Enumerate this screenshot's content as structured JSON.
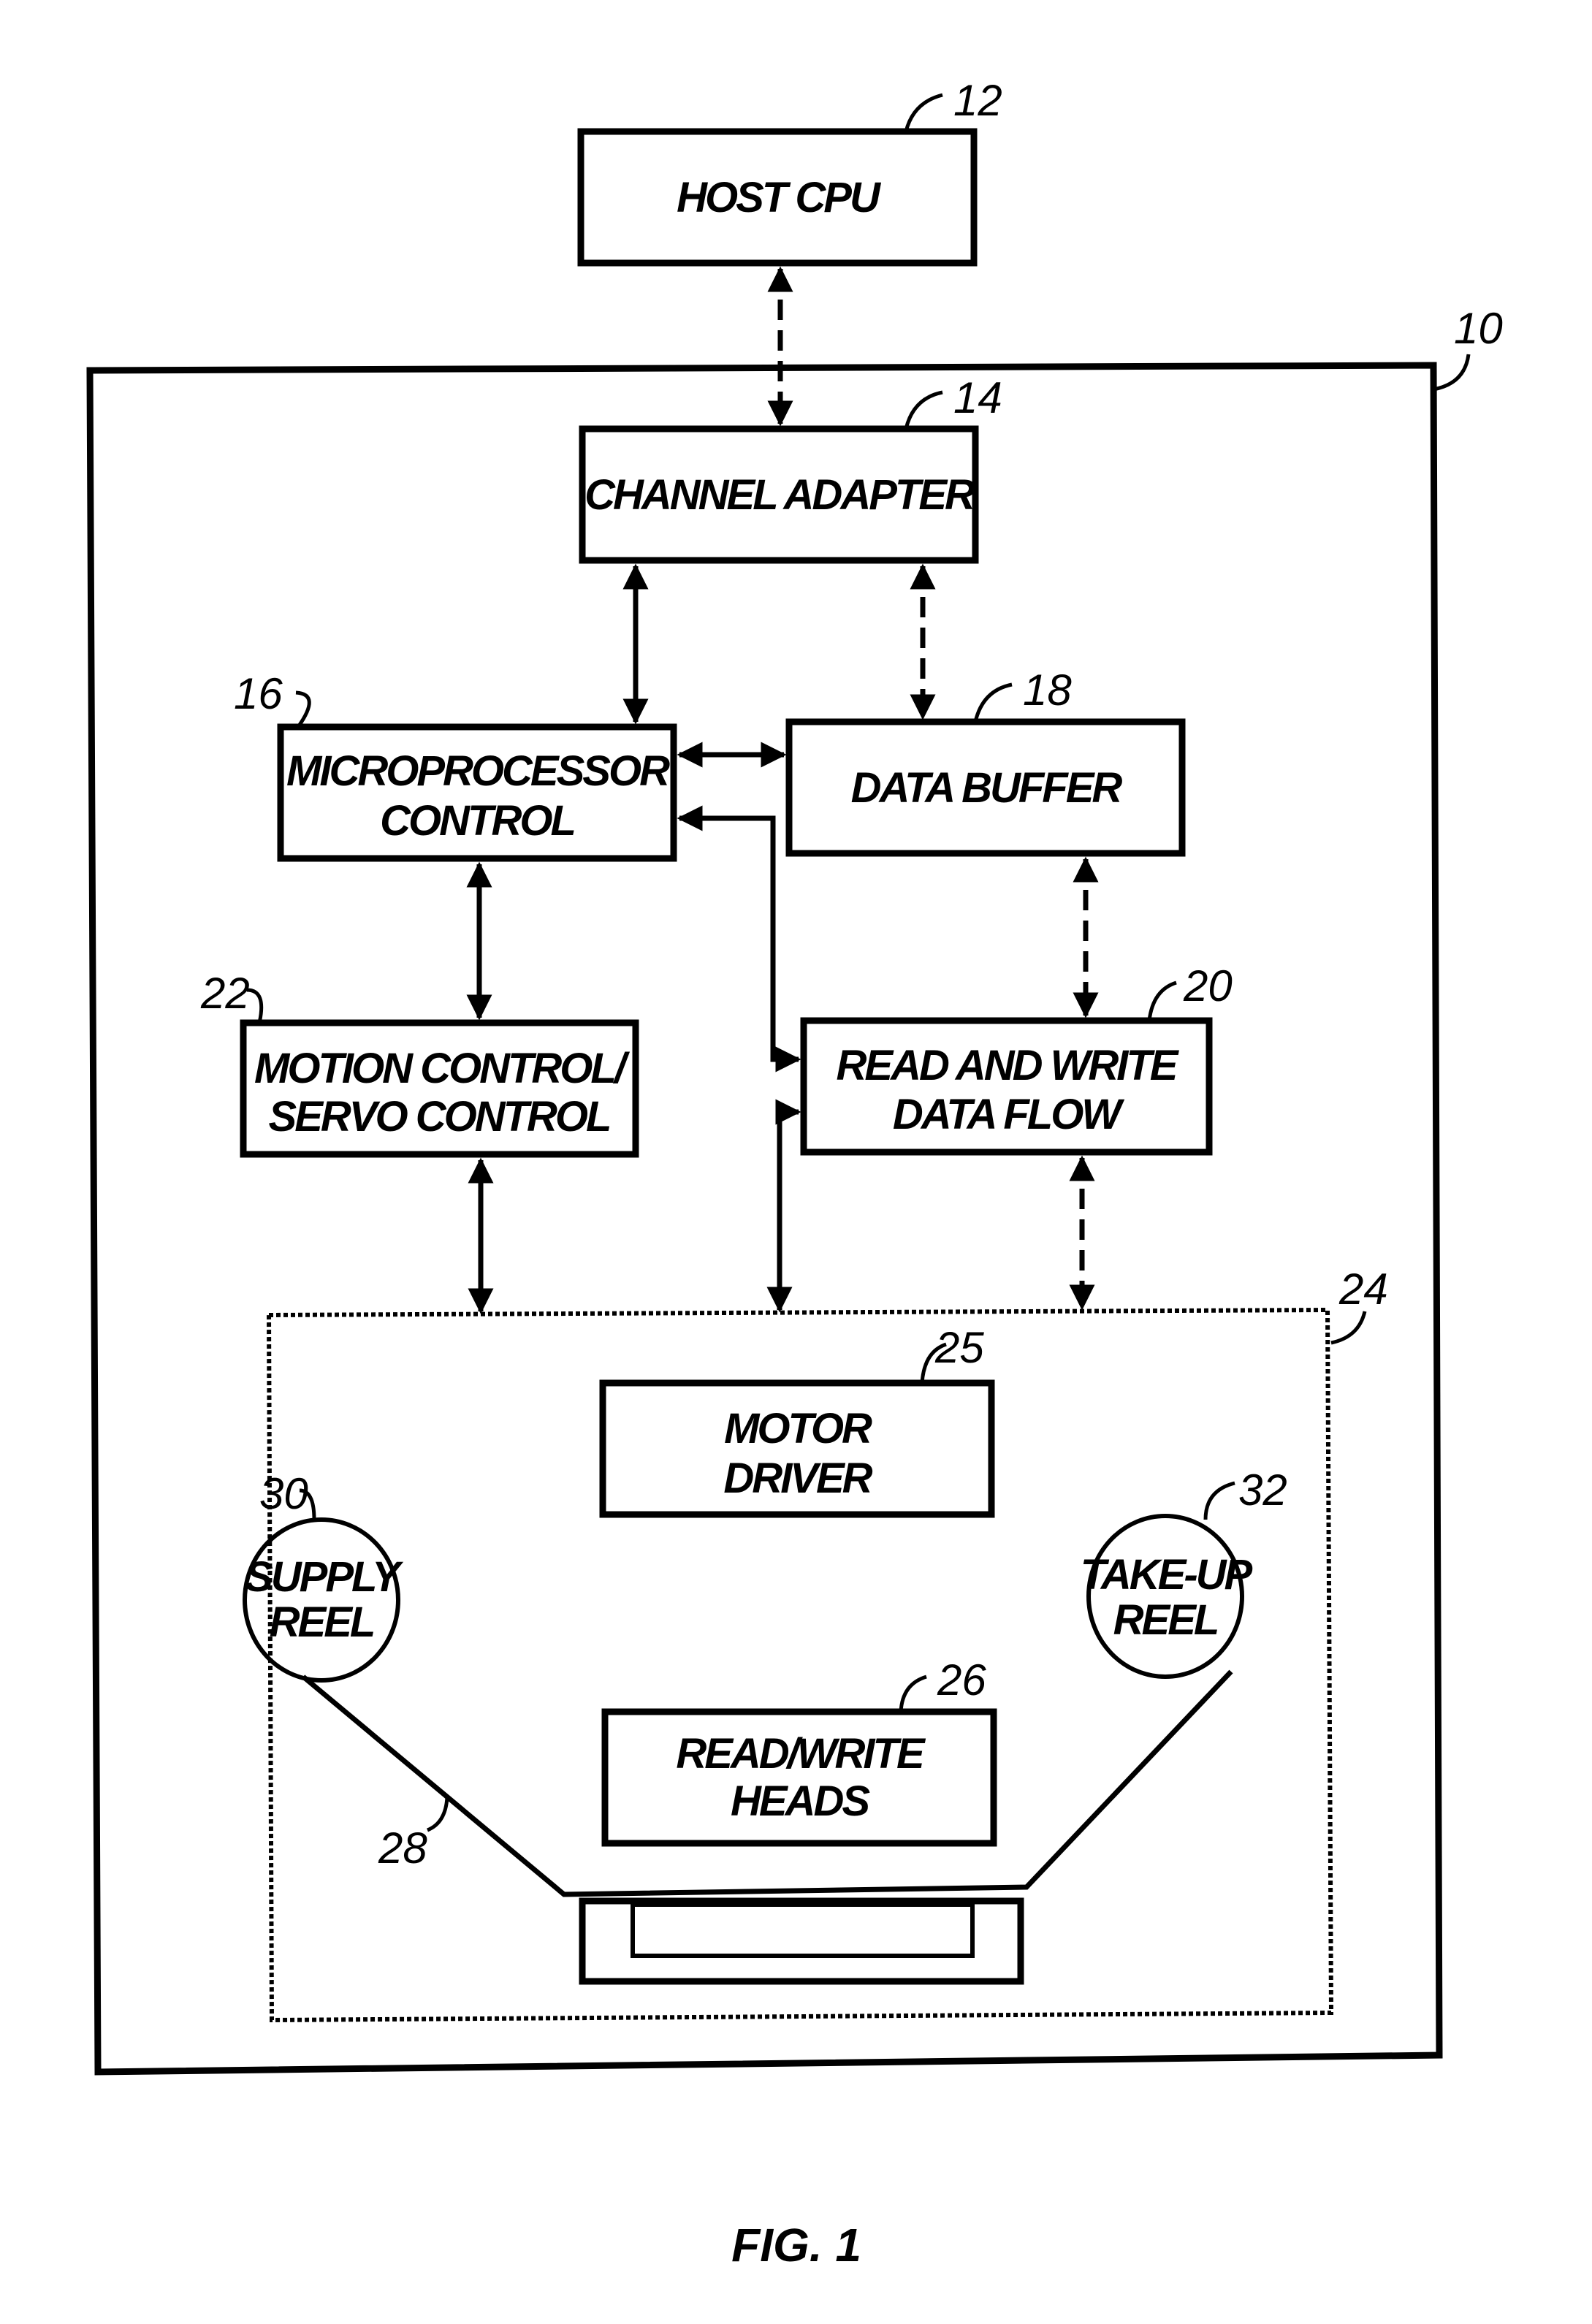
{
  "figure": {
    "caption": "FIG. 1",
    "system_ref": "10",
    "drive_ref": "24"
  },
  "blocks": {
    "host_cpu": {
      "ref": "12",
      "lines": [
        "HOST CPU"
      ]
    },
    "channel_adapter": {
      "ref": "14",
      "lines": [
        "CHANNEL ADAPTER"
      ]
    },
    "microprocessor_control": {
      "ref": "16",
      "lines": [
        "MICROPROCESSOR",
        "CONTROL"
      ]
    },
    "data_buffer": {
      "ref": "18",
      "lines": [
        "DATA BUFFER"
      ]
    },
    "read_write_data_flow": {
      "ref": "20",
      "lines": [
        "READ AND WRITE",
        "DATA FLOW"
      ]
    },
    "motion_servo_control": {
      "ref": "22",
      "lines": [
        "MOTION CONTROL/",
        "SERVO CONTROL"
      ]
    },
    "motor_driver": {
      "ref": "25",
      "lines": [
        "MOTOR",
        "DRIVER"
      ]
    },
    "read_write_heads": {
      "ref": "26",
      "lines": [
        "READ/WRITE",
        "HEADS"
      ]
    },
    "tape": {
      "ref": "28"
    },
    "supply_reel": {
      "ref": "30",
      "lines": [
        "SUPPLY",
        "REEL"
      ]
    },
    "take_up_reel": {
      "ref": "32",
      "lines": [
        "TAKE-UP",
        "REEL"
      ]
    }
  },
  "connections": [
    {
      "from": "host_cpu",
      "to": "channel_adapter",
      "style": "dashed",
      "bidirectional": true
    },
    {
      "from": "channel_adapter",
      "to": "microprocessor_control",
      "style": "solid",
      "bidirectional": true
    },
    {
      "from": "channel_adapter",
      "to": "data_buffer",
      "style": "dashed",
      "bidirectional": true
    },
    {
      "from": "microprocessor_control",
      "to": "data_buffer",
      "style": "solid",
      "bidirectional": true
    },
    {
      "from": "read_write_data_flow",
      "to": "microprocessor_control",
      "style": "solid",
      "bidirectional": true
    },
    {
      "from": "data_buffer",
      "to": "read_write_data_flow",
      "style": "dashed",
      "bidirectional": true
    },
    {
      "from": "microprocessor_control",
      "to": "motion_servo_control",
      "style": "solid",
      "bidirectional": true
    },
    {
      "from": "motion_servo_control",
      "to": "tape_drive",
      "style": "solid",
      "bidirectional": true
    },
    {
      "from": "read_write_data_flow",
      "to": "tape_drive",
      "style": "solid",
      "bidirectional": true
    },
    {
      "from": "read_write_data_flow",
      "to": "tape_drive",
      "style": "dashed",
      "bidirectional": true
    }
  ]
}
